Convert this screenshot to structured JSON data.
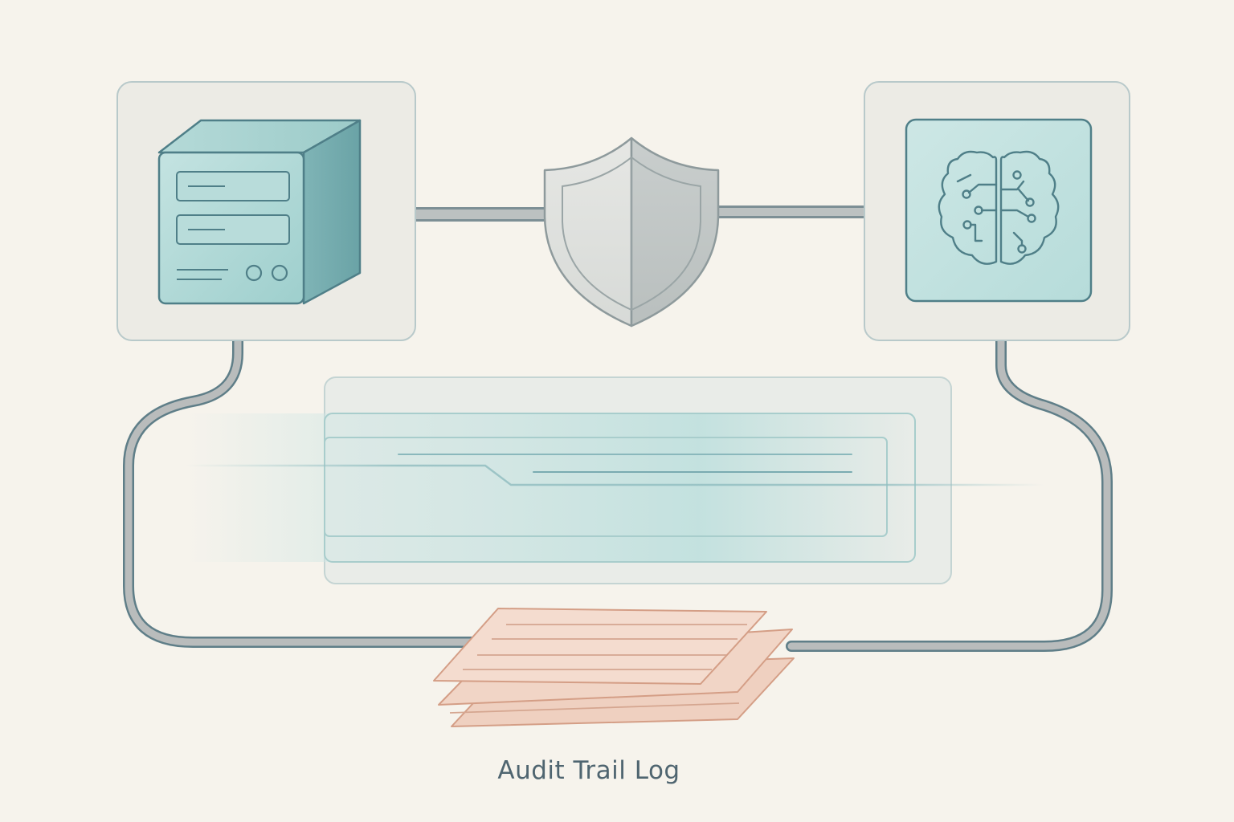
{
  "diagram": {
    "caption": "Audit Trail Log",
    "nodes": [
      {
        "id": "server",
        "icon": "server-icon"
      },
      {
        "id": "security",
        "icon": "shield-icon"
      },
      {
        "id": "ai",
        "icon": "brain-circuit-icon"
      },
      {
        "id": "data-stream",
        "icon": "data-stream-panel"
      },
      {
        "id": "audit-log",
        "icon": "stacked-log-sheets-icon"
      }
    ],
    "connections": [
      {
        "from": "server",
        "to": "security"
      },
      {
        "from": "security",
        "to": "ai"
      },
      {
        "from": "server",
        "to": "audit-log"
      },
      {
        "from": "ai",
        "to": "audit-log"
      }
    ],
    "colors": {
      "background": "#f6f3ec",
      "teal": "#a9d3d3",
      "teal_dark": "#4d7d86",
      "gray": "#9ea6a8",
      "log_peach": "#f2d4c4",
      "log_stroke": "#d49e86"
    }
  }
}
